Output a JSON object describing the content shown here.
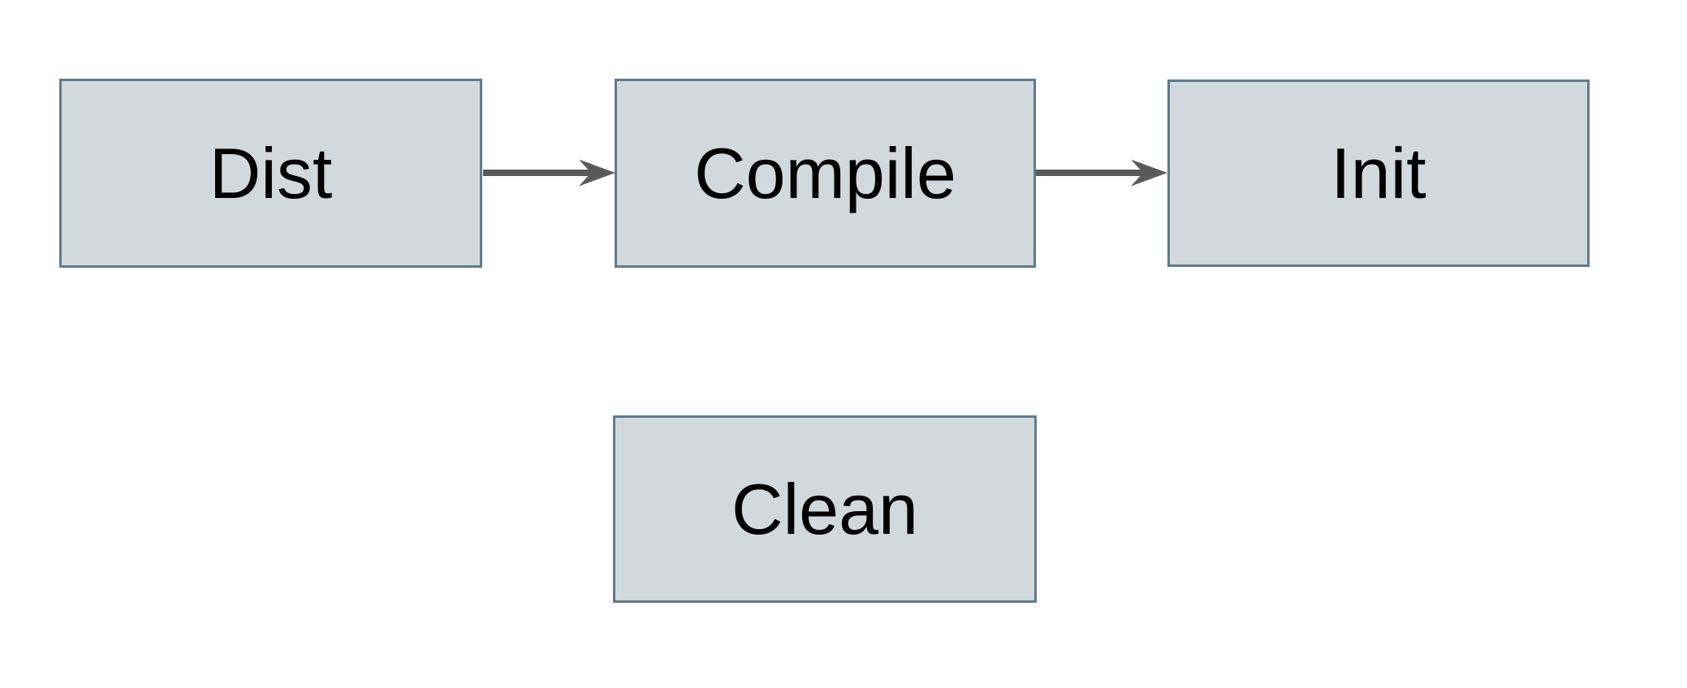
{
  "diagram": {
    "background_color": "#ffffff",
    "node_fill_color": "#d2d9dc",
    "node_border_color": "#607b89",
    "arrow_color": "#595959",
    "text_color": "#000000",
    "nodes": [
      {
        "id": "dist",
        "label": "Dist"
      },
      {
        "id": "compile",
        "label": "Compile"
      },
      {
        "id": "init",
        "label": "Init"
      },
      {
        "id": "clean",
        "label": "Clean"
      }
    ],
    "edges": [
      {
        "from": "dist",
        "to": "compile"
      },
      {
        "from": "compile",
        "to": "init"
      }
    ]
  }
}
